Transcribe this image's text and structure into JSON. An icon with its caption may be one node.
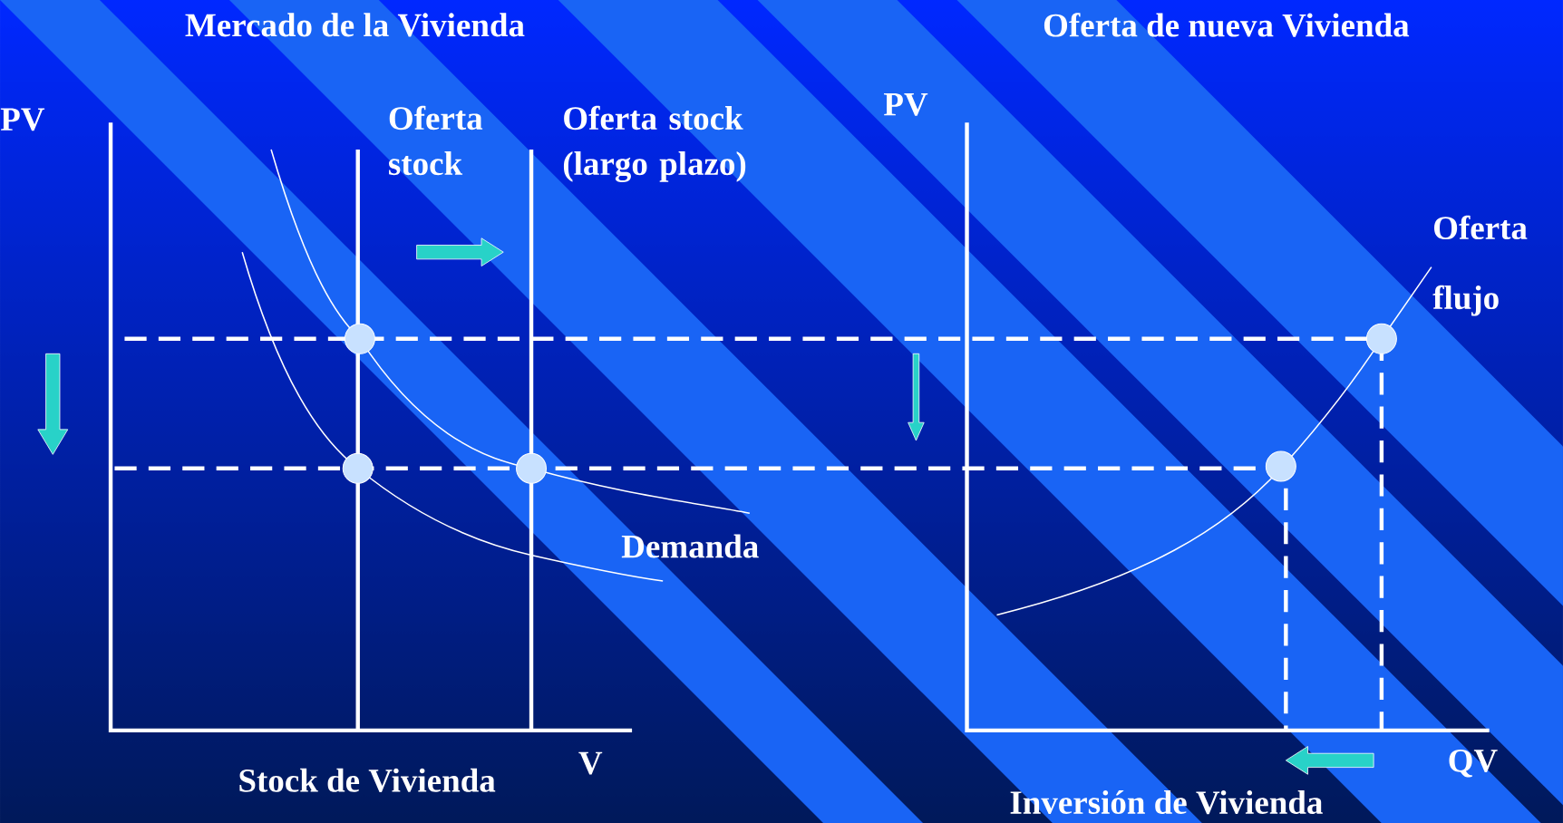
{
  "diagram": {
    "labels": [
      "Mercado de la Vivienda",
      "Oferta de nueva Vivienda",
      "PV",
      "Oferta stock",
      "Oferta stock (largo plazo)",
      "PV",
      "Oferta flujo",
      "Demanda",
      "V",
      "QV",
      "Stock de Vivienda",
      "Inversión de Vivienda"
    ]
  }
}
